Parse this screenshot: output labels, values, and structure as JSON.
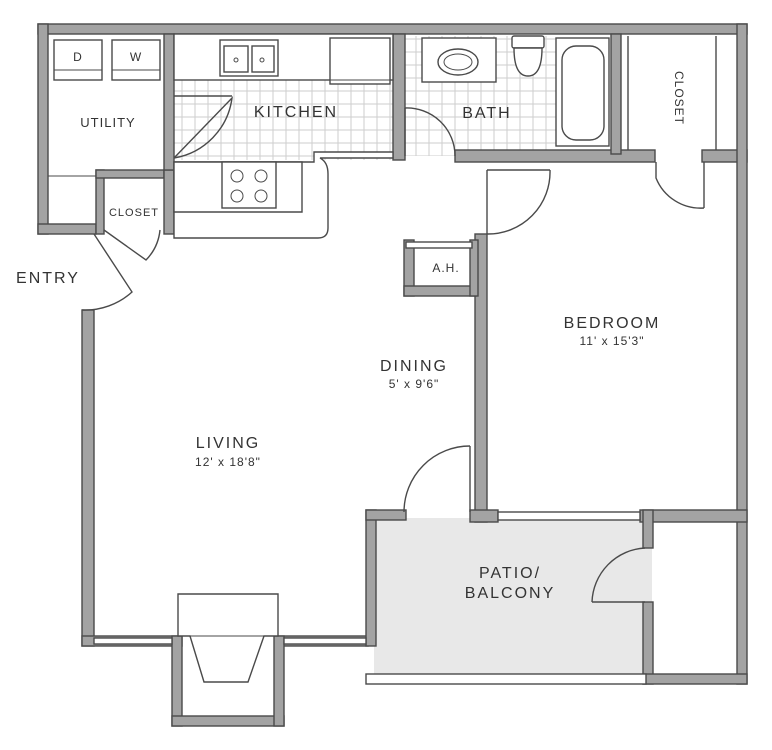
{
  "rooms": {
    "utility": {
      "label": "UTILITY"
    },
    "kitchen": {
      "label": "KITCHEN"
    },
    "bath": {
      "label": "BATH"
    },
    "closet_top": {
      "label": "CLOSET"
    },
    "closet_entry": {
      "label": "CLOSET"
    },
    "ah": {
      "label": "A.H."
    },
    "bedroom": {
      "label": "BEDROOM",
      "dims": "11' x 15'3\""
    },
    "dining": {
      "label": "DINING",
      "dims": "5' x 9'6\""
    },
    "living": {
      "label": "LIVING",
      "dims": "12' x 18'8\""
    },
    "patio": {
      "label_line1": "PATIO/",
      "label_line2": "BALCONY"
    },
    "entry": {
      "label": "ENTRY"
    }
  },
  "appliances": {
    "dryer": "D",
    "washer": "W"
  },
  "colors": {
    "wall_fill": "#a3a3a3",
    "wall_stroke": "#4a4a4a",
    "patio_fill": "#e8e8e8",
    "tile_line": "#c9c9c9"
  }
}
